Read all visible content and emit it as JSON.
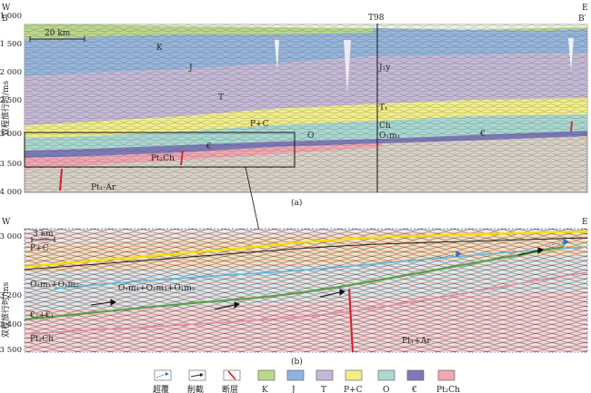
{
  "panel_a": {
    "corner_left_dir": "W",
    "corner_left_label": "B",
    "corner_right_dir": "E",
    "corner_right_label": "B′",
    "well": "T98",
    "scale": "20 km",
    "y_axis_label": "双程旅行时/ms",
    "y_ticks": [
      "1 000",
      "1 500",
      "2 000",
      "2 500",
      "3 000",
      "3 500",
      "4 000"
    ],
    "layer_labels": {
      "K": "K",
      "J": "J",
      "Jy": "J₁y",
      "T": "T",
      "T1": "T₁",
      "PC": "P+C",
      "Ch": "Ch",
      "O": "O",
      "Om": "O₁m₁",
      "Cam1": "€",
      "Cam2": "€",
      "PtCh": "Pt₂Ch",
      "PtAr": "Pt₁-Ar"
    },
    "caption": "(a)"
  },
  "panel_b": {
    "corner_left_dir": "W",
    "corner_right_dir": "E",
    "scale": "3 km",
    "y_axis_label": "双程旅行时/ms",
    "y_ticks": [
      "3 000",
      "3 200",
      "3 400",
      "3 500"
    ],
    "layer_labels": {
      "PC": "P+C",
      "Om1": "O₁m₁+O₁m₂",
      "Om2": "O₁m₄+O₁m₃+O₁m₂",
      "Cam": "€₂+€₁",
      "PtCh": "Pt₂Ch",
      "PtAr": "Pt₁+Ar"
    },
    "caption": "(b)"
  },
  "legend": {
    "items": [
      {
        "label": "超覆",
        "kind": "onlap",
        "color": "#3b6fb5"
      },
      {
        "label": "削截",
        "kind": "truncation",
        "color": "#222222"
      },
      {
        "label": "断层",
        "kind": "fault",
        "color": "#d0202a"
      },
      {
        "label": "K",
        "kind": "swatch",
        "color": "#b9d98a"
      },
      {
        "label": "J",
        "kind": "swatch",
        "color": "#8fb3e0"
      },
      {
        "label": "T",
        "kind": "swatch",
        "color": "#c4b8d8"
      },
      {
        "label": "P+C",
        "kind": "swatch",
        "color": "#f2ef8a"
      },
      {
        "label": "O",
        "kind": "swatch",
        "color": "#a9d9d2"
      },
      {
        "label": "€",
        "kind": "swatch",
        "color": "#7d79b8"
      },
      {
        "label": "Pt₂Ch",
        "kind": "swatch",
        "color": "#f2a7b1"
      }
    ]
  },
  "colors": {
    "K": "#b9d98a",
    "J": "#8fb3e0",
    "T": "#c4b8d8",
    "PC": "#f2ef8a",
    "O": "#a9d9d2",
    "Cam": "#7d79b8",
    "PtCh": "#f2a7b1",
    "basement": "#d8d2c8",
    "fault": "#d0202a",
    "horizon_green": "#5aa04a",
    "horizon_yellow": "#f5e000",
    "horizon_blue": "#5cb8e0"
  }
}
